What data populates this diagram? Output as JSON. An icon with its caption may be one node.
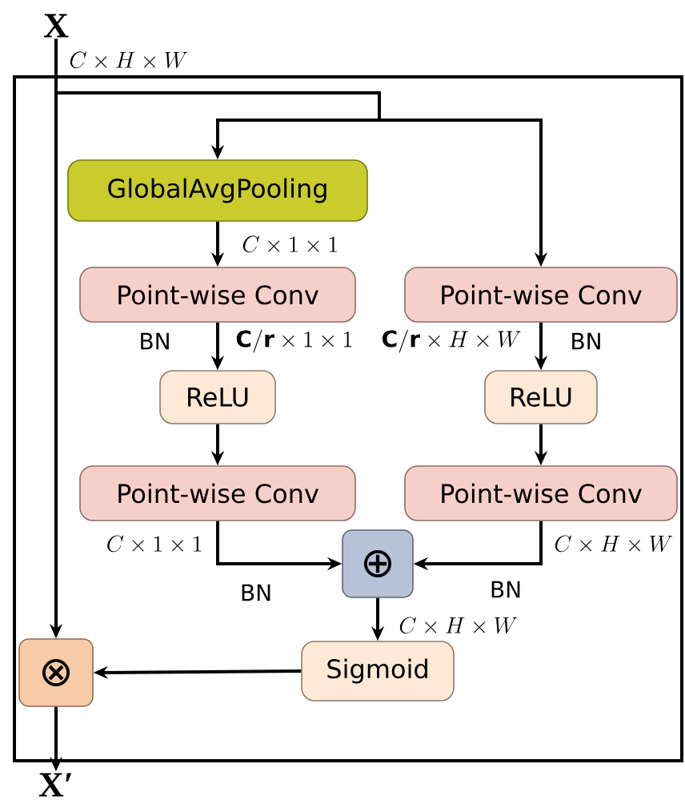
{
  "diagram": {
    "nodes": [
      {
        "text": [
          "X"
        ]
      },
      {
        "text": [
          "GlobalAvgPooling"
        ]
      },
      {
        "text": [
          "Point-wise Conv"
        ]
      },
      {
        "text": [
          "Point-wise Conv"
        ]
      },
      {
        "text": [
          "ReLU"
        ]
      },
      {
        "text": [
          "ReLU"
        ]
      },
      {
        "text": [
          "Point-wise Conv"
        ]
      },
      {
        "text": [
          "Point-wise Conv"
        ]
      },
      {
        "text": [
          "⊕"
        ]
      },
      {
        "text": [
          "Sigmoid"
        ]
      },
      {
        "text": [
          "⊗"
        ]
      },
      {
        "text": [
          "X′"
        ]
      }
    ],
    "edges": [
      {
        "from": 0,
        "to": 10,
        "arrow": "to",
        "label": "C\\times H\\times W"
      },
      {
        "from": 0,
        "to": 1,
        "arrow": "to"
      },
      {
        "from": 0,
        "to": 3,
        "arrow": "to"
      },
      {
        "from": 1,
        "to": 2,
        "arrow": "to",
        "label": "C\\times 1\\times 1"
      },
      {
        "from": 2,
        "to": 4,
        "arrow": "to",
        "label": "\\mathbf{C/r}\\times 1\\times 1"
      },
      {
        "from": 3,
        "to": 5,
        "arrow": "to",
        "label": "\\mathbf{C/r}\\times H\\times W"
      },
      {
        "from": 4,
        "to": 6,
        "arrow": "to"
      },
      {
        "from": 5,
        "to": 7,
        "arrow": "to"
      },
      {
        "from": 6,
        "to": 8,
        "arrow": "to",
        "label": "C\\times 1\\times 1"
      },
      {
        "from": 7,
        "to": 8,
        "arrow": "to",
        "label": "C\\times H\\times W"
      },
      {
        "from": 8,
        "to": 9,
        "arrow": "to",
        "label": "C\\times H\\times W"
      },
      {
        "from": 9,
        "to": 10,
        "arrow": "to"
      },
      {
        "from": 10,
        "to": 11,
        "arrow": "to"
      }
    ],
    "labels": [
      "BN",
      "BN",
      "BN",
      "BN"
    ]
  }
}
